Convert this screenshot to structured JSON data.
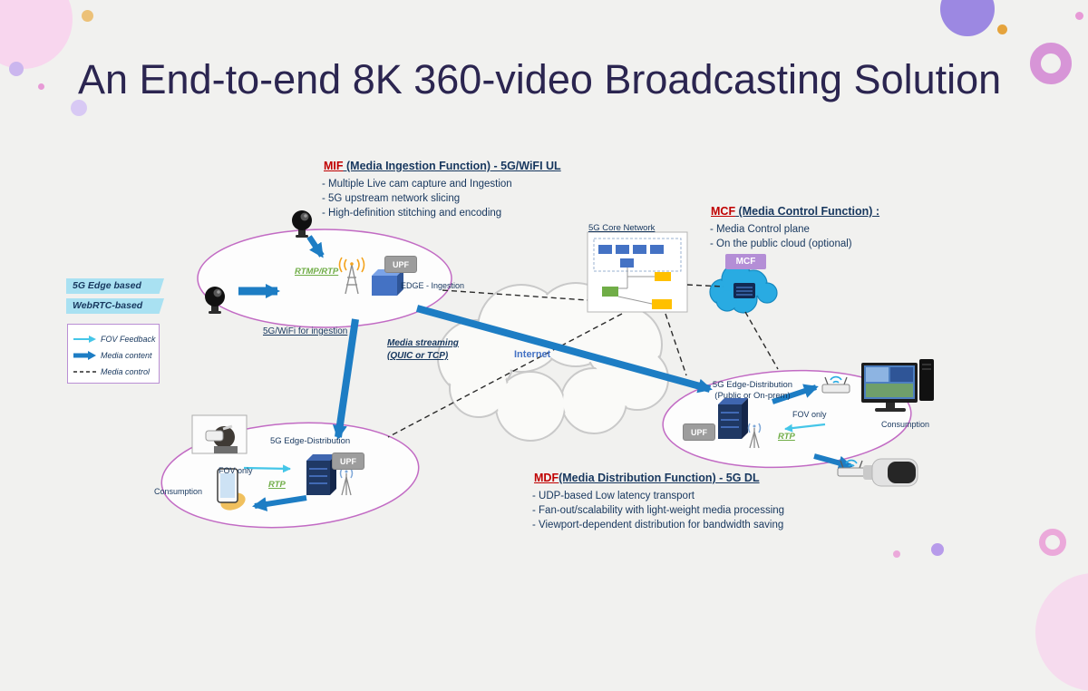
{
  "slide": {
    "title": "An End-to-end 8K 360-video Broadcasting Solution"
  },
  "mif": {
    "abbr": "MIF",
    "rest": " (Media Ingestion Function) - 5G/WiFI UL",
    "bullets": [
      "-  Multiple Live cam capture and Ingestion",
      "-  5G upstream network slicing",
      "-  High-definition stitching and encoding"
    ]
  },
  "mcf": {
    "abbr": "MCF",
    "rest": " (Media Control Function) :",
    "bullets": [
      "-  Media Control plane",
      "-  On the public cloud (optional)"
    ],
    "box": "MCF"
  },
  "mdf": {
    "abbr": "MDF",
    "rest": "(Media Distribution Function) - 5G DL",
    "bullets": [
      "-  UDP-based Low latency transport",
      "-  Fan-out/scalability with light-weight media processing",
      "-   Viewport-dependent distribution for bandwidth saving"
    ]
  },
  "tags": {
    "edge": "5G Edge based",
    "webrtc": "WebRTC-based"
  },
  "legend": {
    "fov": "FOV Feedback",
    "content": "Media content",
    "control": "Media control"
  },
  "labels": {
    "core": "5G Core Network",
    "internet": "Internet",
    "streaming1": "Media streaming",
    "streaming2": "(QUIC or TCP)",
    "rtmp": "RTMP/RTP",
    "rtp": "RTP",
    "upf": "UPF",
    "edge_ingestion": "EDGE - Ingestion",
    "ingestion_link": "5G/WiFi for ingestion",
    "dist": "5G Edge-Distribution",
    "dist_sub": "(Public or On-prem)",
    "fov_only": "FOV only",
    "consumption": "Consumption"
  },
  "colors": {
    "accent_red": "#c00000",
    "navy": "#17375e",
    "green": "#70ad47",
    "media_arrow_blue": "#1d7dc4",
    "fov_cyan": "#45c6e8",
    "ellipse_purple": "#c26bc4"
  }
}
